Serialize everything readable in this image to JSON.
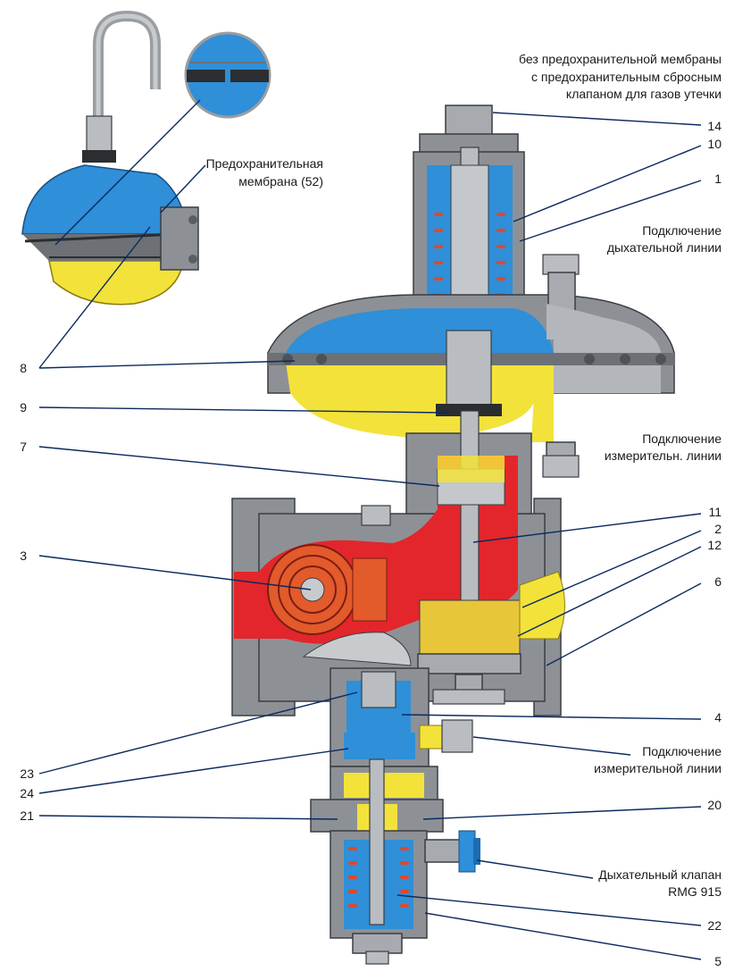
{
  "title_note": [
    "без предохранительной мембраны",
    "с предохранительным сбросным",
    "клапаном для газов утечки"
  ],
  "labels": {
    "safety_membrane": [
      "Предохранительная",
      "мембрана (52)"
    ],
    "breathing_line": [
      "Подключение",
      "дыхательной линии"
    ],
    "measuring_line_top": [
      "Подключение",
      "измерительн. линии"
    ],
    "measuring_line_bottom": [
      "Подключение",
      "измерительной линии"
    ],
    "breather_valve": [
      "Дыхательный клапан",
      "RMG 915"
    ]
  },
  "callouts": {
    "n14": "14",
    "n10": "10",
    "n1": "1",
    "n8": "8",
    "n9": "9",
    "n7": "7",
    "n11": "11",
    "n2": "2",
    "n12": "12",
    "n3": "3",
    "n6": "6",
    "n4": "4",
    "n23": "23",
    "n24": "24",
    "n21": "21",
    "n20": "20",
    "n22": "22",
    "n5": "5"
  },
  "colors": {
    "outlet_gas": "#2f8fd8",
    "working_chamber": "#f3e23a",
    "inlet_gas": "#e3262b",
    "body": "#8d9196",
    "leader": "#0b2a5e"
  }
}
